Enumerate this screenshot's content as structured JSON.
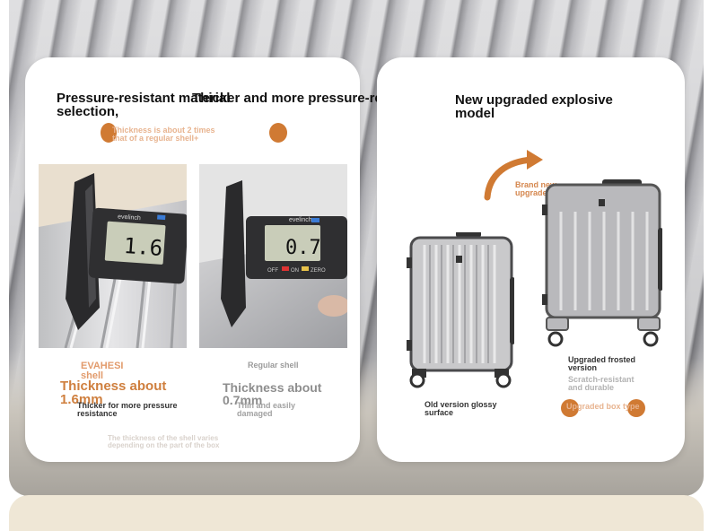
{
  "left_panel": {
    "heading_a": "Pressure-resistant material\nselection,",
    "heading_b": "Thicker and more pressure-resistant",
    "thickness_note": "Thickness is about 2 times\nthat of a regular shell+",
    "caliper_left_brand": "evelinch",
    "caliper_left_reading": "1.6",
    "caliper_right_brand": "evelinch",
    "caliper_right_reading": "0.7",
    "caliper_right_buttons": [
      "OFF",
      "ON",
      "ZERO"
    ],
    "left_shell_name": "EVAHESI\nshell",
    "left_thickness": "Thickness about\n1.6mm",
    "left_desc": "Thicker for more pressure\nresistance",
    "right_shell_name": "Regular shell",
    "right_thickness": "Thickness about\n0.7mm",
    "right_desc": "Thin and easily\ndamaged",
    "footnote": "The thickness of the shell varies\ndepending on the part of the box"
  },
  "right_panel": {
    "heading": "New upgraded explosive\nmodel",
    "arrow_label": "Brand new\nupgrade",
    "old_caption": "Old version glossy\nsurface",
    "new_caption": "Upgraded frosted\nversion",
    "scratch_note": "Scratch-resistant\nand durable",
    "box_type": "Upgraded box type"
  },
  "colors": {
    "accent_orange": "#d07a33",
    "peach_text": "#e8b490",
    "grey_text": "#9b9b9b"
  }
}
